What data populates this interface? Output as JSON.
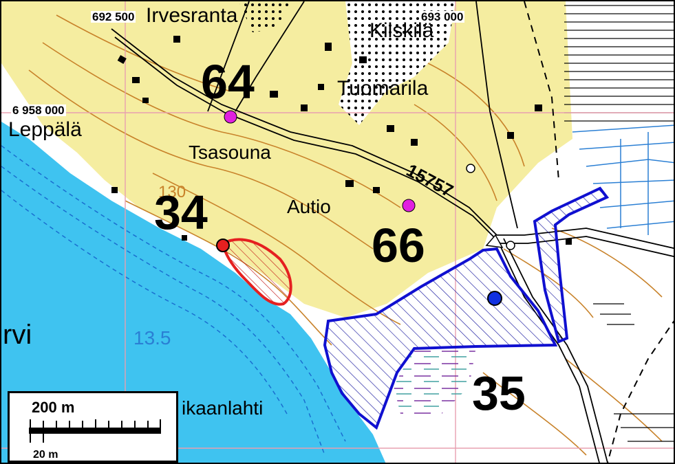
{
  "map": {
    "coordinates": {
      "x_left": "692 500",
      "x_right": "693 000",
      "y_top": "6 958 000"
    },
    "place_names": {
      "irvesranta": "Irvesranta",
      "kiiskila": "Kiiskilä",
      "tuomarila": "Tuomarila",
      "leppala": "Leppälä",
      "tsasouna": "Tsasouna",
      "autio": "Autio",
      "lake": "rvi",
      "bay": "ikaanlahti"
    },
    "elevations": {
      "contour": "130",
      "water_level": "13.5"
    },
    "road_number": "15757",
    "site_numbers": {
      "a": "64",
      "b": "34",
      "c": "66",
      "d": "35"
    },
    "scale_bar": {
      "primary": "200 m",
      "secondary": "20 m"
    },
    "colors": {
      "land_yellow": "#f5eda0",
      "water_blue": "#3fc3f0",
      "contour_brown": "#c8822a",
      "grid_pink": "#e8a0b0",
      "site_red": "#e52020",
      "site_blue": "#1010d0",
      "point_magenta": "#e020e0"
    }
  }
}
